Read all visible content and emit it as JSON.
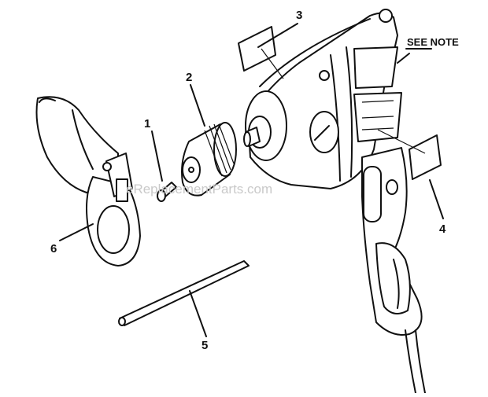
{
  "diagram": {
    "callouts": [
      {
        "id": "1",
        "label": "1"
      },
      {
        "id": "2",
        "label": "2"
      },
      {
        "id": "3",
        "label": "3"
      },
      {
        "id": "4",
        "label": "4"
      },
      {
        "id": "5",
        "label": "5"
      },
      {
        "id": "6",
        "label": "6"
      }
    ],
    "note_label": "SEE NOTE",
    "watermark": "eReplacementParts.com",
    "line_color": "#111111",
    "background": "#ffffff"
  }
}
